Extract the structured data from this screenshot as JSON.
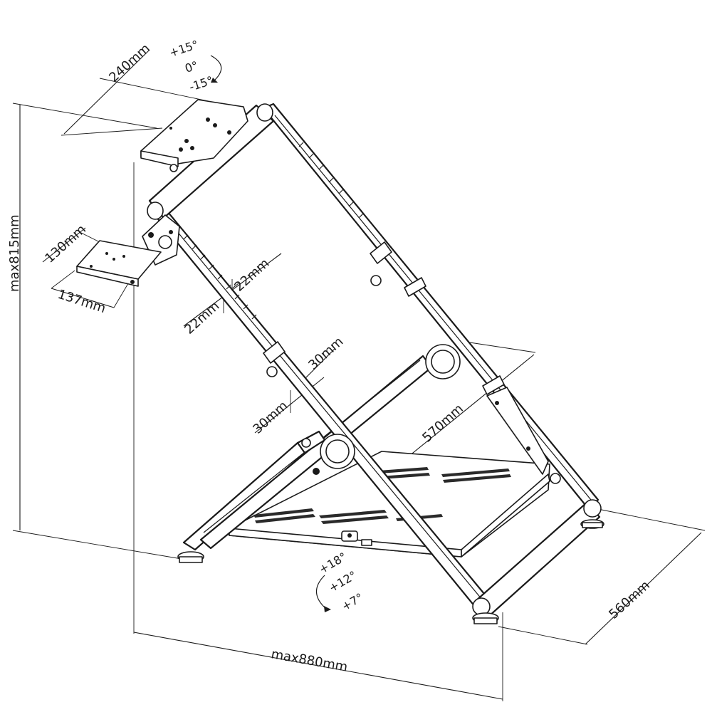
{
  "dimensions": {
    "height_max": "max815mm",
    "plate_width": "240mm",
    "angle_plus": "+15°",
    "angle_zero": "0°",
    "angle_minus": "-15°",
    "shifter_depth": "130mm",
    "shifter_width": "137mm",
    "tube_a": "22mm",
    "tube_b": "22mm",
    "tube_c": "30mm",
    "tube_d": "30mm",
    "frame_length": "570mm",
    "base_width": "560mm",
    "depth_max": "max880mm",
    "tilt_18": "+18°",
    "tilt_12": "+12°",
    "tilt_7": "+7°"
  }
}
